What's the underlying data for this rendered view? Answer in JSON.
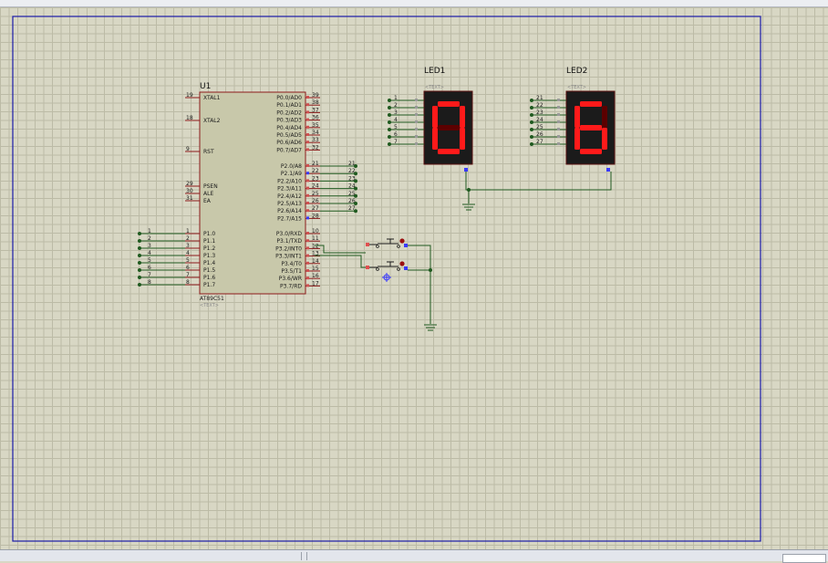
{
  "colors": {
    "canvas": "#d8d7c4",
    "grid": "#bcbba6",
    "sheet_border": "#1a1aa8",
    "wire": "#1f5a1f",
    "chip_body": "#c8c8aa",
    "chip_outline": "#8b1a1a",
    "display_body": "#1b1b1b",
    "segment_on": "#ff1a1a",
    "segment_off": "#5c0000"
  },
  "mcu": {
    "ref": "U1",
    "part": "AT89C51",
    "text_placeholder": "<TEXT>",
    "left_pins": [
      {
        "num": "19",
        "name": "XTAL1"
      },
      {
        "num": "18",
        "name": "XTAL2"
      },
      {
        "num": "9",
        "name": "RST"
      },
      {
        "num": "29",
        "name": "PSEN"
      },
      {
        "num": "30",
        "name": "ALE"
      },
      {
        "num": "31",
        "name": "EA"
      },
      {
        "num": "1",
        "name": "P1.0"
      },
      {
        "num": "2",
        "name": "P1.1"
      },
      {
        "num": "3",
        "name": "P1.2"
      },
      {
        "num": "4",
        "name": "P1.3"
      },
      {
        "num": "5",
        "name": "P1.4"
      },
      {
        "num": "6",
        "name": "P1.5"
      },
      {
        "num": "7",
        "name": "P1.6"
      },
      {
        "num": "8",
        "name": "P1.7"
      }
    ],
    "right_pins": [
      {
        "num": "39",
        "name": "P0.0/AD0"
      },
      {
        "num": "38",
        "name": "P0.1/AD1"
      },
      {
        "num": "37",
        "name": "P0.2/AD2"
      },
      {
        "num": "36",
        "name": "P0.3/AD3"
      },
      {
        "num": "35",
        "name": "P0.4/AD4"
      },
      {
        "num": "34",
        "name": "P0.5/AD5"
      },
      {
        "num": "33",
        "name": "P0.6/AD6"
      },
      {
        "num": "32",
        "name": "P0.7/AD7"
      },
      {
        "num": "21",
        "name": "P2.0/A8"
      },
      {
        "num": "22",
        "name": "P2.1/A9"
      },
      {
        "num": "23",
        "name": "P2.2/A10"
      },
      {
        "num": "24",
        "name": "P2.3/A11"
      },
      {
        "num": "25",
        "name": "P2.4/A12"
      },
      {
        "num": "26",
        "name": "P2.5/A13"
      },
      {
        "num": "27",
        "name": "P2.6/A14"
      },
      {
        "num": "28",
        "name": "P2.7/A15"
      },
      {
        "num": "10",
        "name": "P3.0/RXD"
      },
      {
        "num": "11",
        "name": "P3.1/TXD"
      },
      {
        "num": "12",
        "name": "P3.2/INT0"
      },
      {
        "num": "13",
        "name": "P3.3/INT1"
      },
      {
        "num": "14",
        "name": "P3.4/T0"
      },
      {
        "num": "15",
        "name": "P3.5/T1"
      },
      {
        "num": "16",
        "name": "P3.6/WR"
      },
      {
        "num": "17",
        "name": "P3.7/RD"
      }
    ]
  },
  "p1_labels": [
    "1",
    "2",
    "3",
    "4",
    "5",
    "6",
    "7",
    "8"
  ],
  "p2_labels": [
    "21",
    "22",
    "23",
    "24",
    "25",
    "26",
    "27"
  ],
  "displays": [
    {
      "ref": "LED1",
      "text_placeholder": "<TEXT>",
      "digit": "0",
      "pin_labels": [
        "1",
        "2",
        "3",
        "4",
        "5",
        "6",
        "7"
      ]
    },
    {
      "ref": "LED2",
      "text_placeholder": "<TEXT>",
      "digit": "6",
      "pin_labels": [
        "21",
        "22",
        "23",
        "24",
        "25",
        "26",
        "27"
      ]
    }
  ]
}
